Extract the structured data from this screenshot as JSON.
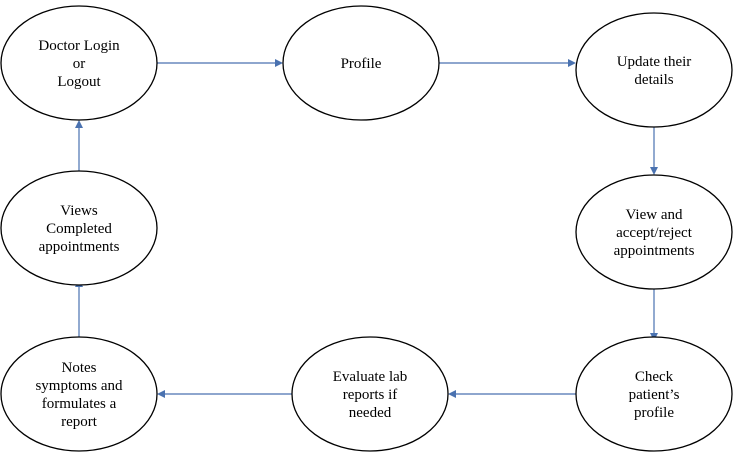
{
  "diagram": {
    "nodes": [
      {
        "id": "doctor-login",
        "lines": [
          "Doctor Login",
          "or",
          "Logout"
        ]
      },
      {
        "id": "profile",
        "lines": [
          "Profile"
        ]
      },
      {
        "id": "update-details",
        "lines": [
          "Update their",
          "details"
        ]
      },
      {
        "id": "view-accept-reject",
        "lines": [
          "View and",
          "accept/reject",
          "appointments"
        ]
      },
      {
        "id": "check-patient-profile",
        "lines": [
          "Check",
          "patient’s",
          "profile"
        ]
      },
      {
        "id": "evaluate-lab-reports",
        "lines": [
          "Evaluate lab",
          "reports if",
          "needed"
        ]
      },
      {
        "id": "notes-symptoms",
        "lines": [
          "Notes",
          "symptoms and",
          "formulates a",
          "report"
        ]
      },
      {
        "id": "views-completed",
        "lines": [
          "Views",
          "Completed",
          "appointments"
        ]
      }
    ],
    "edges": [
      {
        "from": "doctor-login",
        "to": "profile"
      },
      {
        "from": "profile",
        "to": "update-details"
      },
      {
        "from": "update-details",
        "to": "view-accept-reject"
      },
      {
        "from": "view-accept-reject",
        "to": "check-patient-profile"
      },
      {
        "from": "check-patient-profile",
        "to": "evaluate-lab-reports"
      },
      {
        "from": "evaluate-lab-reports",
        "to": "notes-symptoms"
      },
      {
        "from": "notes-symptoms",
        "to": "views-completed"
      },
      {
        "from": "views-completed",
        "to": "doctor-login"
      }
    ],
    "colors": {
      "node_outline": "#000000",
      "node_fill": "#ffffff",
      "arrow": "#4a72b0",
      "text": "#000000"
    }
  }
}
